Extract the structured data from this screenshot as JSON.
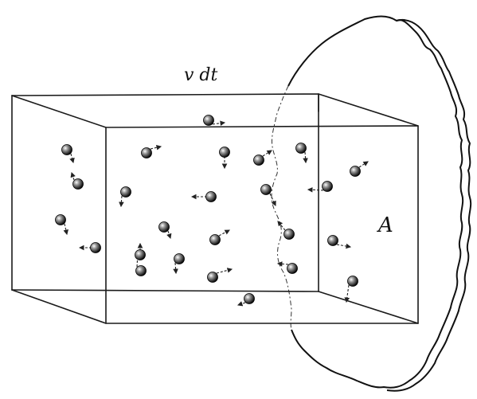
{
  "figure": {
    "length_label": "v dt",
    "area_label": "A"
  },
  "particles": [
    {
      "name": "molecule-1"
    },
    {
      "name": "molecule-2"
    },
    {
      "name": "molecule-3"
    },
    {
      "name": "molecule-4"
    },
    {
      "name": "molecule-5"
    },
    {
      "name": "molecule-6"
    },
    {
      "name": "molecule-7"
    },
    {
      "name": "molecule-8"
    },
    {
      "name": "molecule-9"
    },
    {
      "name": "molecule-10"
    },
    {
      "name": "molecule-11"
    },
    {
      "name": "molecule-12"
    },
    {
      "name": "molecule-13"
    },
    {
      "name": "molecule-14"
    },
    {
      "name": "molecule-15"
    },
    {
      "name": "molecule-16"
    },
    {
      "name": "molecule-17"
    },
    {
      "name": "molecule-18"
    },
    {
      "name": "molecule-19"
    },
    {
      "name": "molecule-20"
    },
    {
      "name": "molecule-21"
    },
    {
      "name": "molecule-22"
    },
    {
      "name": "molecule-23"
    },
    {
      "name": "molecule-24"
    },
    {
      "name": "molecule-25"
    }
  ],
  "colors": {
    "ink": "#111111",
    "background": "#ffffff"
  }
}
